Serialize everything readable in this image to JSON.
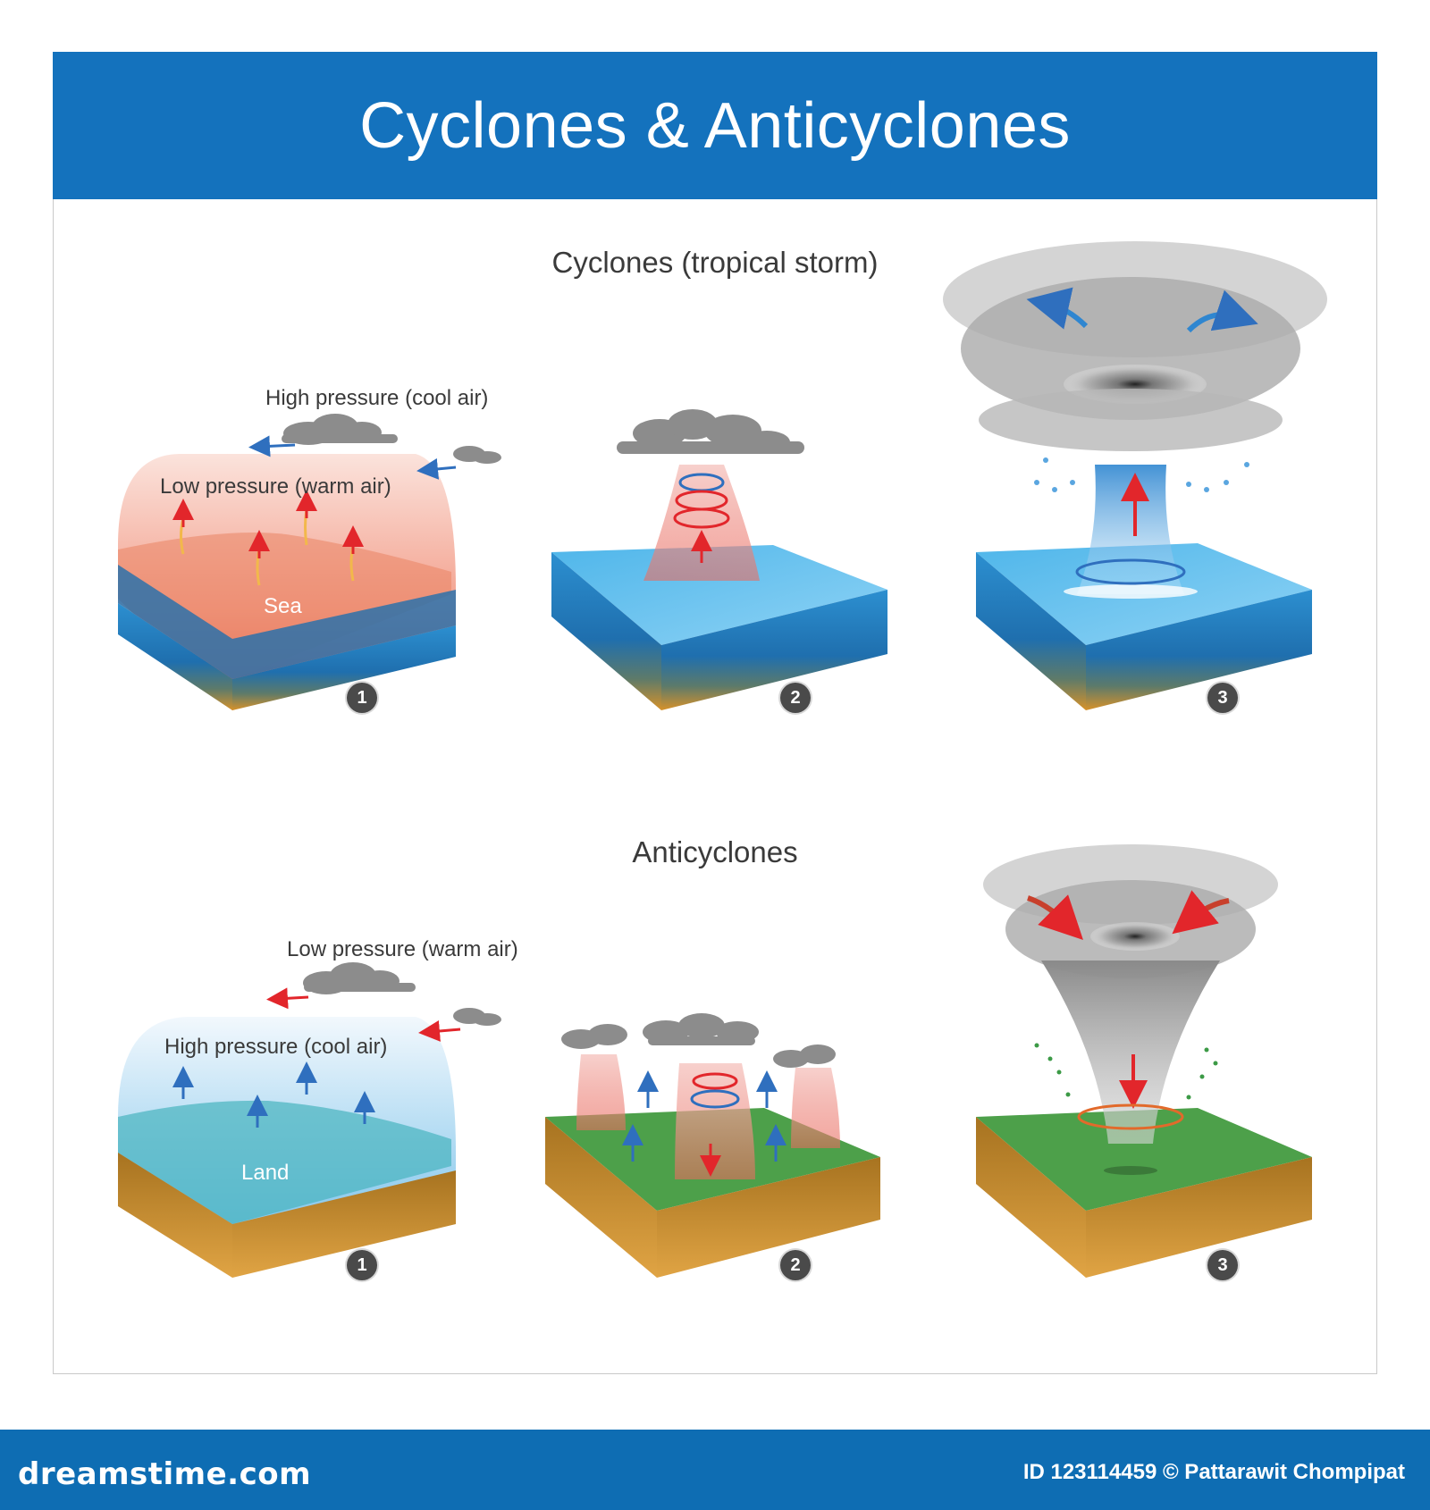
{
  "title": "Cyclones & Anticyclones",
  "cyclones": {
    "heading": "Cyclones (tropical storm)",
    "high_pressure_label": "High pressure (cool air)",
    "low_pressure_label": "Low pressure (warm air)",
    "surface_label": "Sea",
    "steps": [
      "1",
      "2",
      "3"
    ]
  },
  "anticyclones": {
    "heading": "Anticyclones",
    "low_pressure_label": "Low pressure (warm air)",
    "high_pressure_label": "High pressure (cool air)",
    "surface_label": "Land",
    "steps": [
      "1",
      "2",
      "3"
    ]
  },
  "footer": {
    "brand": "dreamstime.com",
    "credit": "ID 123114459 © Pattarawit Chompipat"
  },
  "colors": {
    "title_bar": "#1472bd",
    "footer": "#0e6db3",
    "warm_arrow": "#e2262b",
    "cool_arrow": "#2f6fbe",
    "sea": "#2d8fd0",
    "land": "#4da04a",
    "soil": "#c98a2c"
  }
}
